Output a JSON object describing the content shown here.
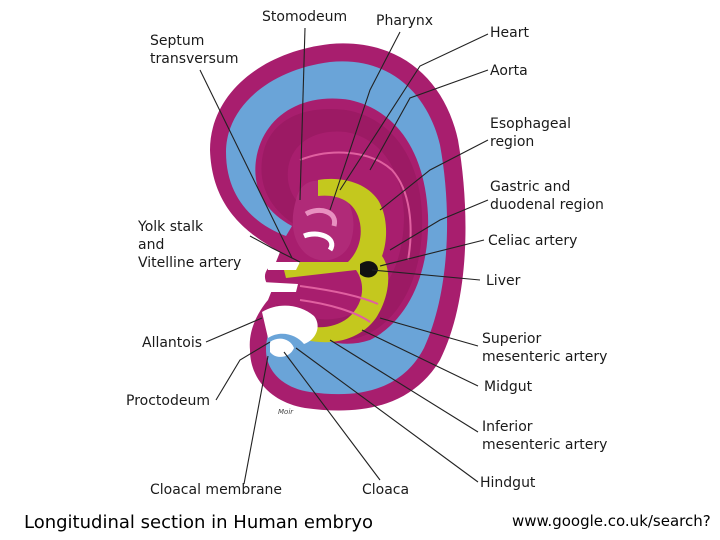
{
  "labels": {
    "stomodeum": "Stomodeum",
    "pharynx": "Pharynx",
    "septum_1": "Septum",
    "septum_2": "transversum",
    "heart": "Heart",
    "aorta": "Aorta",
    "esophageal_1": "Esophageal",
    "esophageal_2": "region",
    "gastric_1": "Gastric and",
    "gastric_2": "duodenal region",
    "yolk_1": "Yolk stalk",
    "yolk_2": "and",
    "yolk_3": "Vitelline artery",
    "celiac": "Celiac artery",
    "liver": "Liver",
    "allantois": "Allantois",
    "superior_1": "Superior",
    "superior_2": "mesenteric artery",
    "midgut": "Midgut",
    "proctodeum": "Proctodeum",
    "inferior_1": "Inferior",
    "inferior_2": "mesenteric artery",
    "hindgut": "Hindgut",
    "cloacal_membrane": "Cloacal membrane",
    "cloaca": "Cloaca",
    "signature": "Moir"
  },
  "caption": {
    "left": "Longitudinal section in Human embryo",
    "right": "www.google.co.uk/search?"
  },
  "colors": {
    "outer": "#a81e6e",
    "blue": "#6aa4d8",
    "inner": "#9c1a64",
    "yolk": "#c4c81e",
    "pink": "#e060a0"
  }
}
